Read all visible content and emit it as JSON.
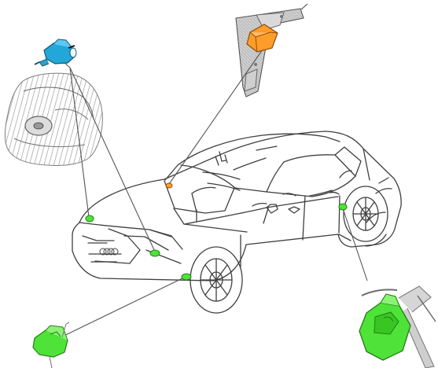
{
  "diagram": {
    "colors": {
      "line": "#3f3f3f",
      "hatch": "#9a9a9a",
      "component_green": "#4fe238",
      "component_green_dark": "#237f14",
      "component_blue": "#22a7d8",
      "component_orange": "#ff9c2a"
    },
    "components": [
      {
        "icon": "key-cylinder-icon",
        "color": "component_blue"
      },
      {
        "icon": "control-unit-icon",
        "color": "component_orange"
      },
      {
        "icon": "front-sensor-icon",
        "color": "component_green"
      },
      {
        "icon": "door-switch-icon",
        "color": "component_green"
      }
    ],
    "badge_text": ""
  }
}
